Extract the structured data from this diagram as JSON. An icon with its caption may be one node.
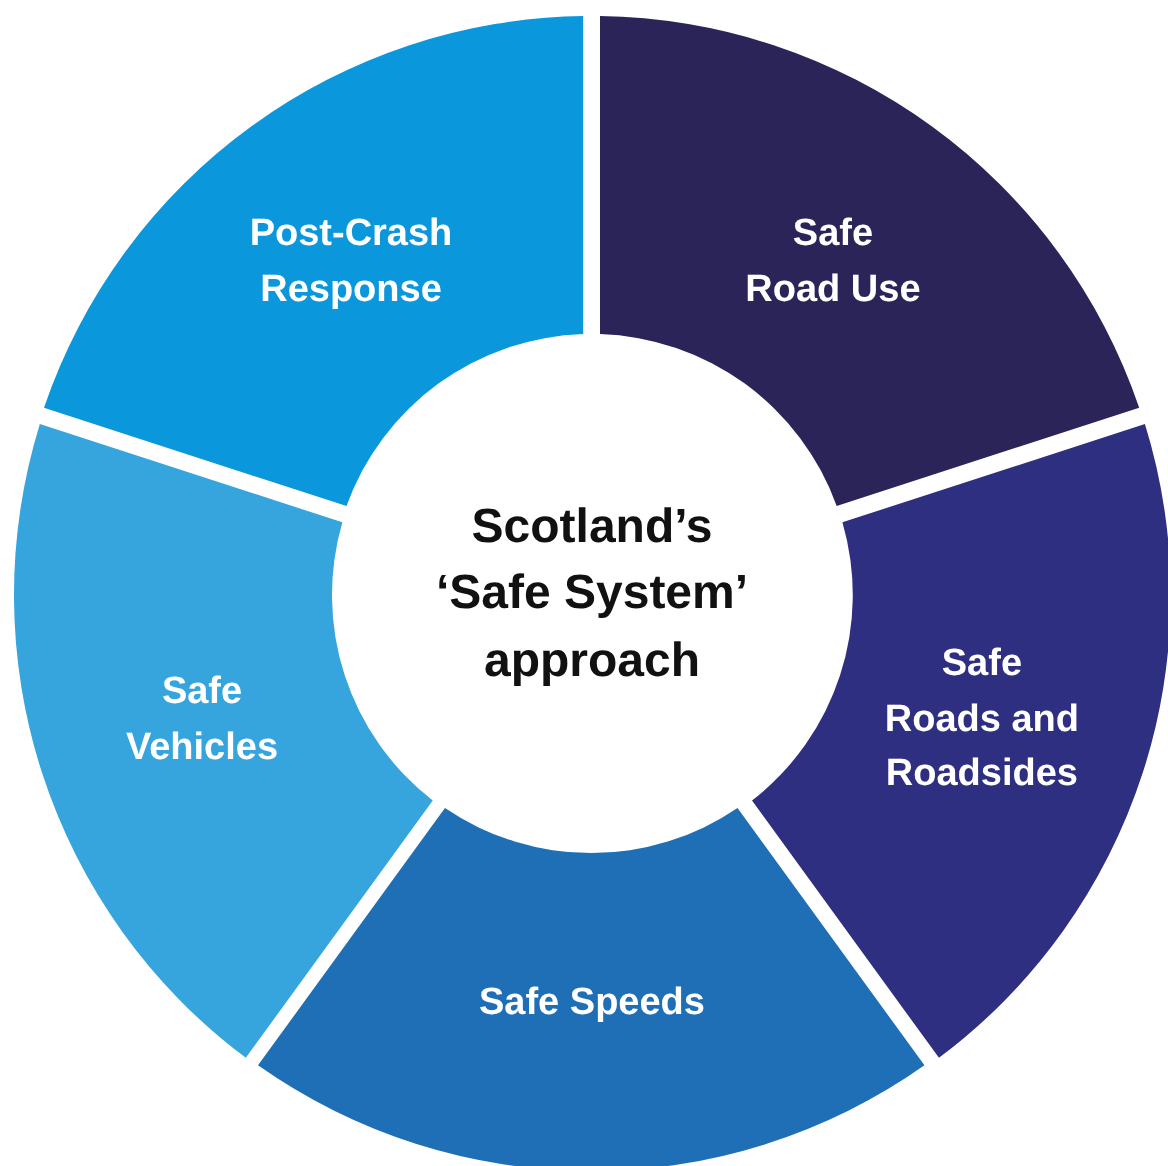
{
  "diagram": {
    "nodes": [
      {
        "text": [
          "Scotland’s ‘Safe System’ approach"
        ]
      },
      {
        "text": [
          "Safe Road Use"
        ]
      },
      {
        "text": [
          "Safe Roads and Roadsides"
        ]
      },
      {
        "text": [
          "Safe Speeds"
        ]
      },
      {
        "text": [
          "Safe Vehicles"
        ]
      },
      {
        "text": [
          "Post-Crash Response"
        ]
      }
    ]
  }
}
